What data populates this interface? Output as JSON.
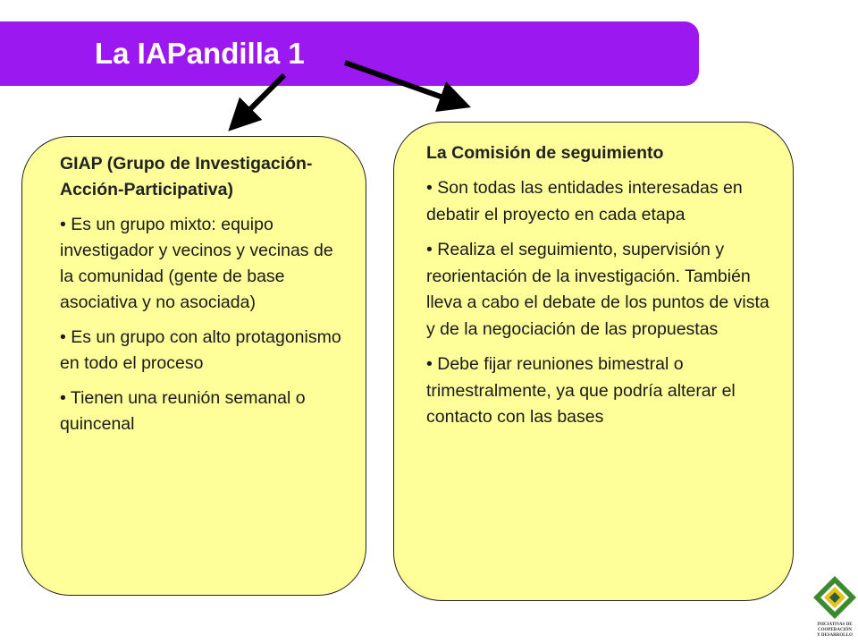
{
  "title": "La IAPandilla 1",
  "left_box": {
    "title": "GIAP (Grupo de Investigación-Acción-Participativa)",
    "bullets": [
      "• Es un grupo mixto: equipo investigador y vecinos y vecinas de la comunidad (gente de base asociativa y no asociada)",
      "• Es un grupo con alto protagonismo en todo el proceso",
      "• Tienen una reunión semanal o quincenal"
    ]
  },
  "right_box": {
    "title": "La Comisión de seguimiento",
    "bullets": [
      "• Son todas las entidades interesadas en debatir el proyecto en cada etapa",
      "• Realiza el seguimiento, supervisión y reorientación de la investigación. También lleva a cabo el debate de los puntos de vista y de la negociación de las propuestas",
      "• Debe fijar reuniones bimestral o trimestralmente, ya que podría alterar el contacto con las bases"
    ]
  },
  "logo": {
    "text_lines": [
      "INICIATIVAS DE",
      "COOPERACIÓN",
      "Y DESARROLLO"
    ],
    "colors": {
      "green": "#3a8a2e",
      "yellow": "#e8c21a",
      "dark": "#2f5d3a"
    }
  },
  "colors": {
    "title_bar": "#9b19f0",
    "box_fill": "#ffff99"
  }
}
